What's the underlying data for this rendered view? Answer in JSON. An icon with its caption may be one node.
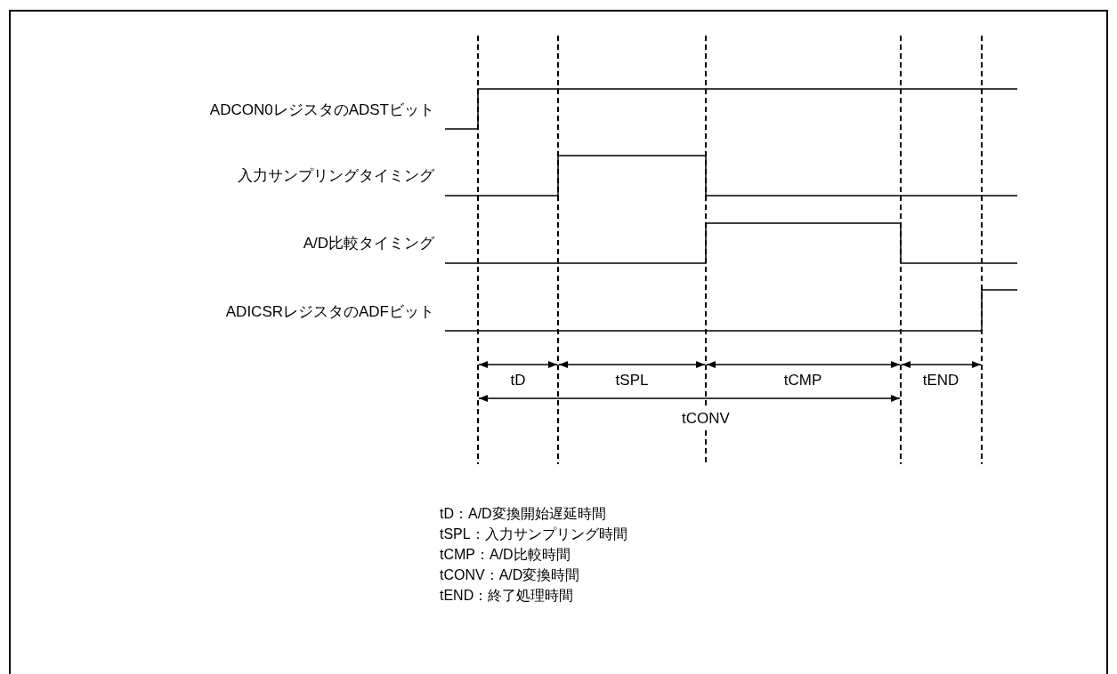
{
  "diagram": {
    "labels": [
      "ADCON0レジスタのADSTビット",
      "入力サンプリングタイミング",
      "A/D比較タイミング",
      "ADICSRレジスタのADFビット",
      "tD",
      "tSPL",
      "tCMP",
      "tEND",
      "tCONV",
      "tD：A/D変換開始遅延時間",
      "tSPL：入力サンプリング時間",
      "tCMP：A/D比較時間",
      "tCONV：A/D変換時間",
      "tEND：終了処理時間"
    ]
  }
}
